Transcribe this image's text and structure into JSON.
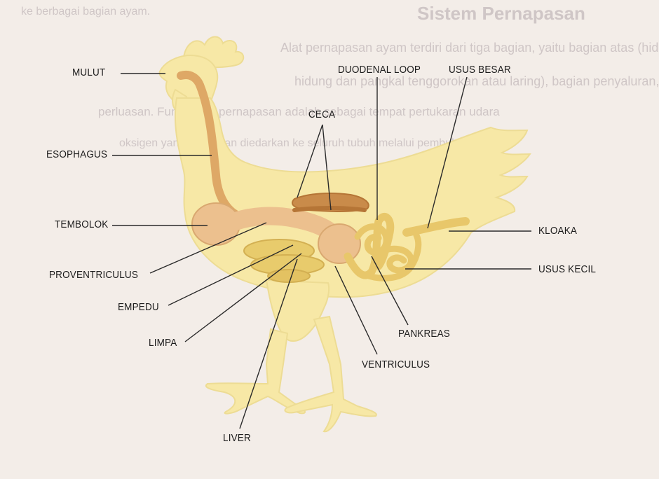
{
  "background_text": {
    "heading": "Sistem Pernapasan",
    "lines": [
      "ke berbagai bagian ayam.",
      "Alat pernapasan ayam terdiri dari tiga bagian, yaitu bagian atas (hidung",
      "hidung dan pangkal tenggorokan atau laring), bagian penyaluran, dan",
      "perluasan. Fungsi alat pernapasan adalah sebagai tempat pertukaran udara",
      "oksigen yang kemudian diedarkan ke seluruh tubuh melalui pembuluh darah"
    ]
  },
  "labels": {
    "mulut": "MULUT",
    "esophagus": "ESOPHAGUS",
    "tembolok": "TEMBOLOK",
    "proventriculus": "PROVENTRICULUS",
    "empedu": "EMPEDU",
    "limpa": "LIMPA",
    "liver": "LIVER",
    "duodenal_loop": "DUODENAL LOOP",
    "usus_besar": "USUS BESAR",
    "ceca": "CECA",
    "kloaka": "KLOAKA",
    "usus_kecil": "USUS KECIL",
    "pankreas": "PANKREAS",
    "ventriculus": "VENTRICULUS"
  },
  "colors": {
    "body": "#f7e8a6",
    "organ": "#e7b57a",
    "intestine": "#e8c76a",
    "ceca": "#c98b4a"
  }
}
